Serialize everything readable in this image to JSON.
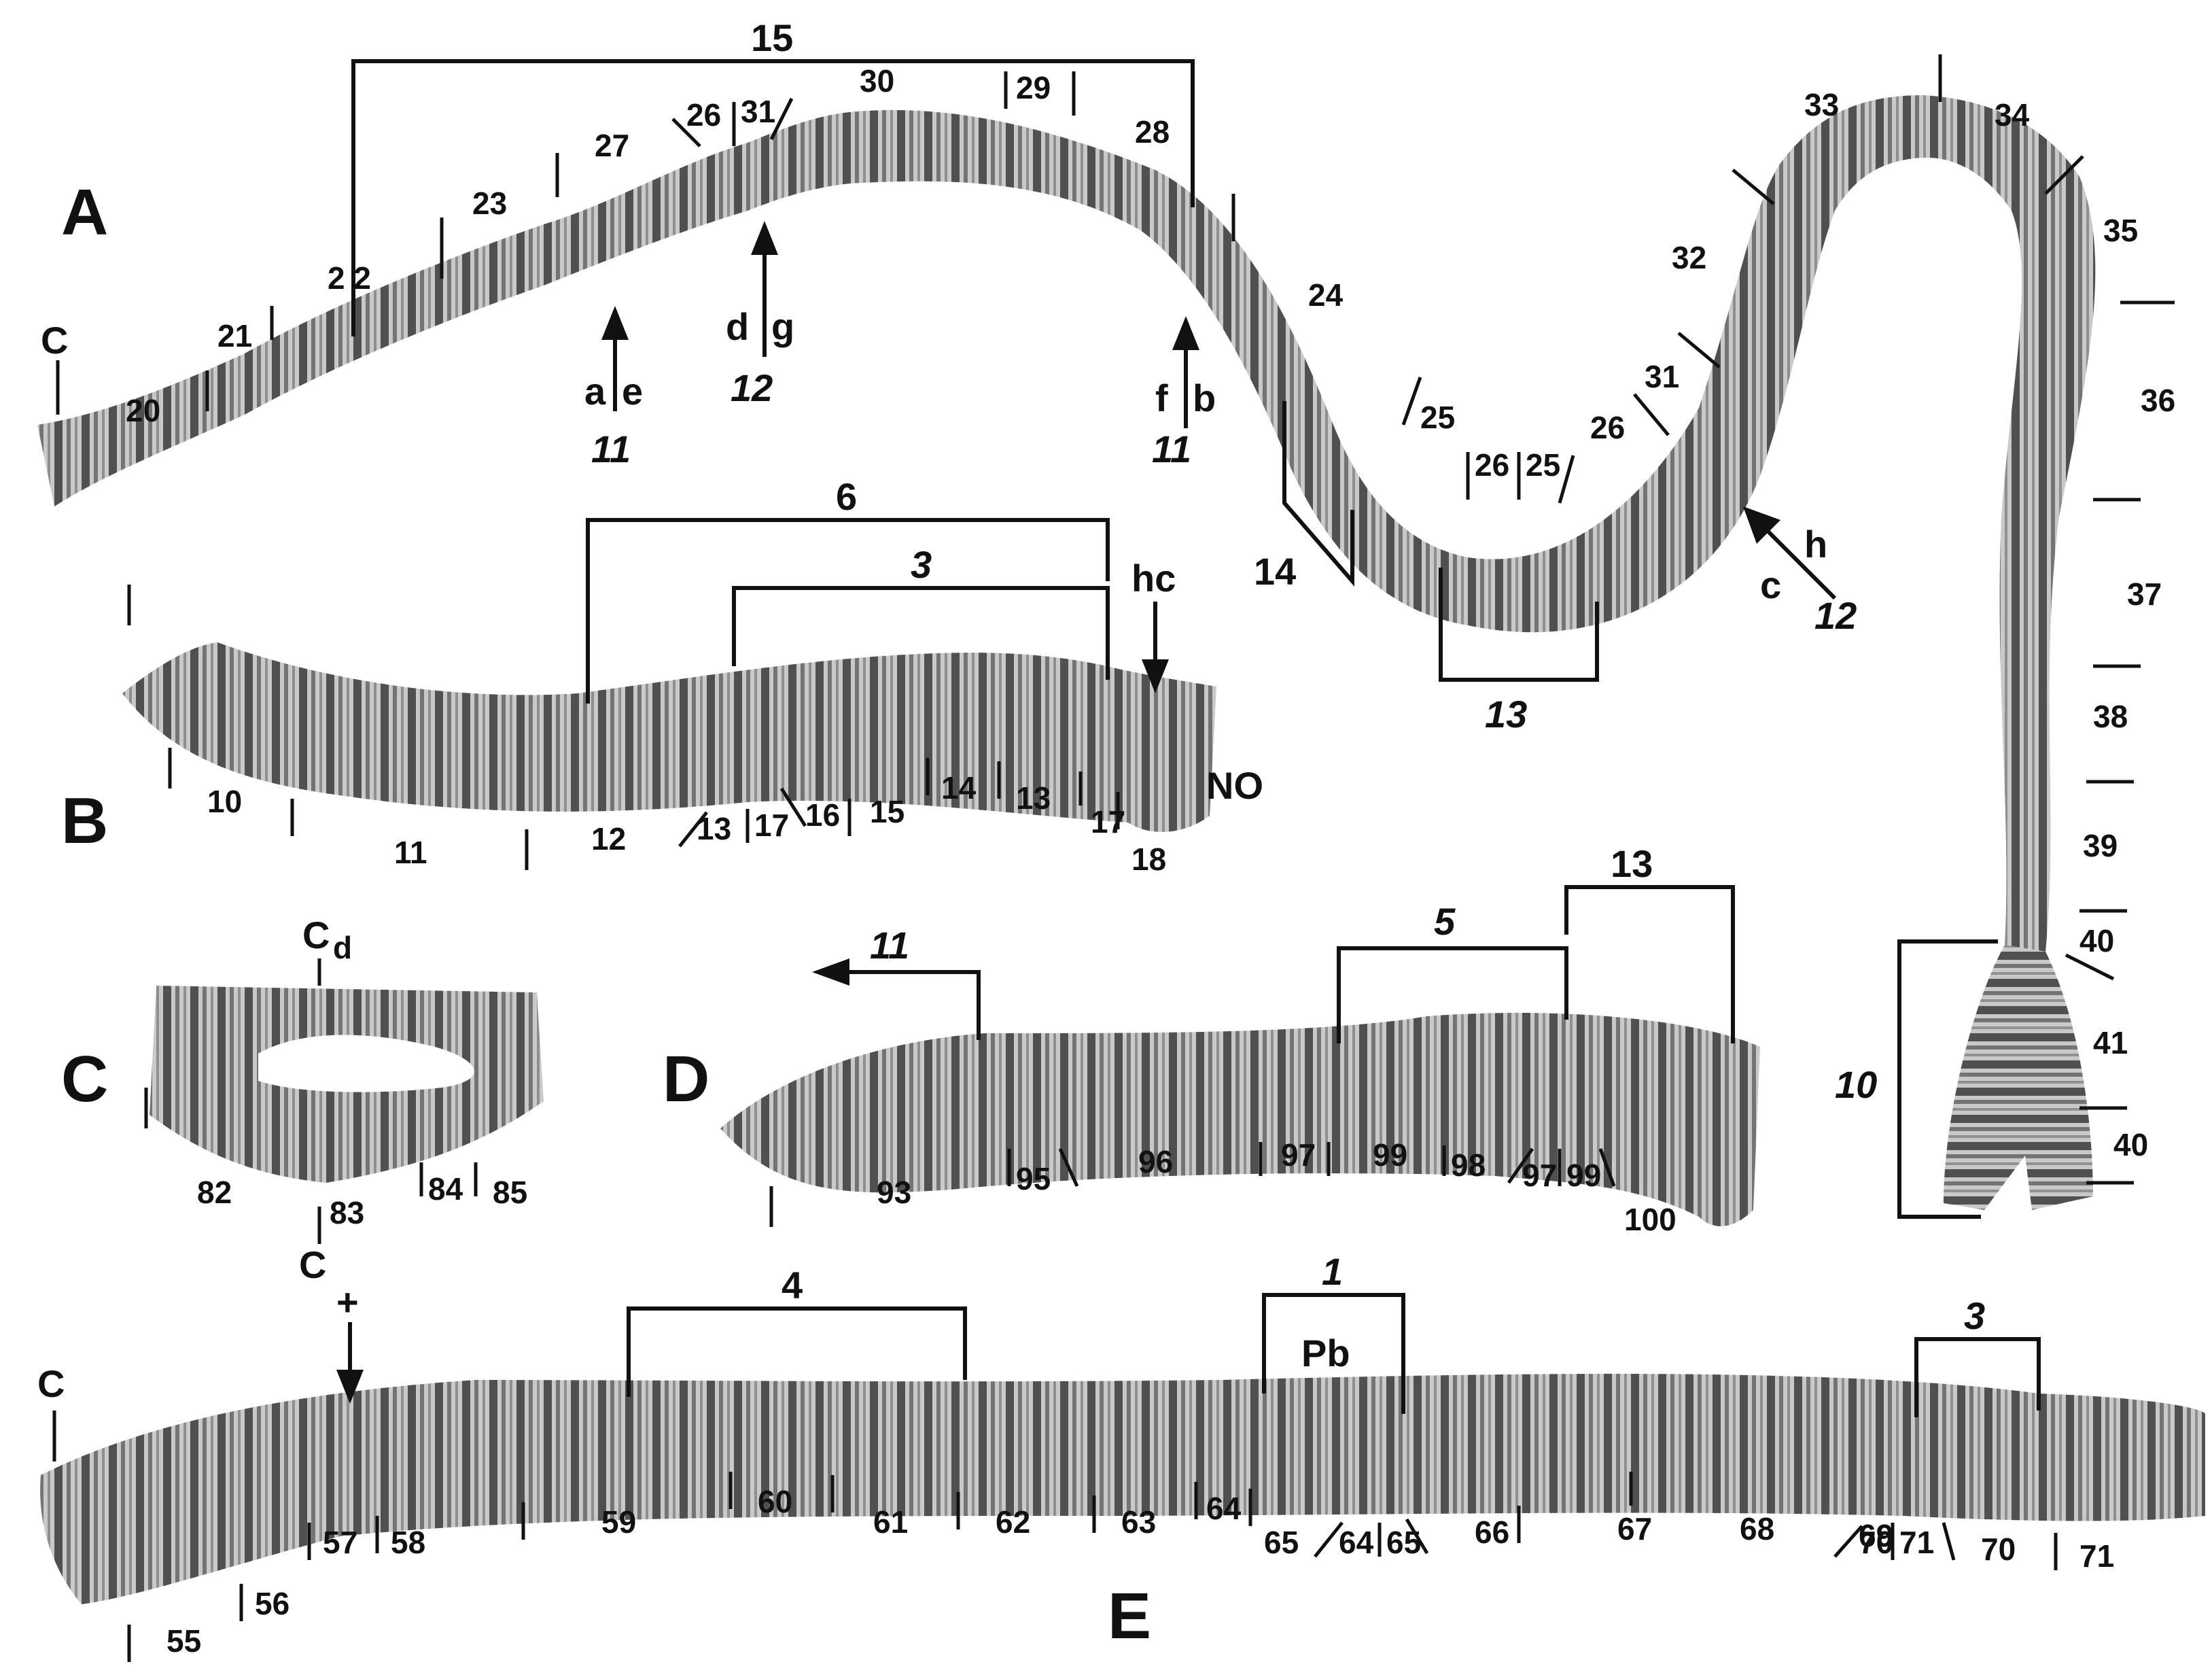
{
  "panels": {
    "A": "A",
    "B": "B",
    "C": "C",
    "D": "D",
    "E": "E"
  },
  "figure": {
    "A": {
      "centromere": "C",
      "bands": [
        "20",
        "21",
        "2 2",
        "23",
        "27",
        "26",
        "31",
        "30",
        "29",
        "28",
        "24",
        "25",
        "26",
        "25",
        "26",
        "31",
        "32",
        "33",
        "34",
        "35",
        "36",
        "37",
        "38",
        "39",
        "40",
        "41",
        "40"
      ],
      "brackets": [
        {
          "label": "15",
          "italic": false
        },
        {
          "label": "14",
          "italic": false
        },
        {
          "label": "13",
          "italic": true
        },
        {
          "label": "10",
          "italic": true
        }
      ],
      "arrows": [
        {
          "letters": [
            "a",
            "e"
          ],
          "num": "11"
        },
        {
          "letters": [
            "d",
            "g"
          ],
          "num": "12"
        },
        {
          "letters": [
            "f",
            "b"
          ],
          "num": "11"
        },
        {
          "letters": [
            "c",
            "h"
          ],
          "num": "12"
        }
      ]
    },
    "B": {
      "bands": [
        "10",
        "11",
        "12",
        "13",
        "17",
        "16",
        "15",
        "14",
        "13",
        "17",
        "18"
      ],
      "brackets": [
        {
          "label": "6",
          "italic": false
        },
        {
          "label": "3",
          "italic": true
        }
      ],
      "hc": "hc",
      "no": "NO"
    },
    "C": {
      "cd_main": "C",
      "cd_sub": "d",
      "bottom": "C",
      "bands": [
        "82",
        "83",
        "84",
        "85"
      ]
    },
    "D": {
      "bands": [
        "93",
        "95",
        "96",
        "97",
        "99",
        "98",
        "97",
        "99",
        "100"
      ],
      "brackets": [
        {
          "label": "5",
          "italic": true
        },
        {
          "label": "13",
          "italic": false
        }
      ],
      "arrow": "11"
    },
    "E": {
      "centromere": "C",
      "plus": "+",
      "pb": "Pb",
      "bands": [
        "55",
        "56",
        "57",
        "58",
        "59",
        "60",
        "61",
        "62",
        "63",
        "64",
        "65",
        "64",
        "65",
        "66",
        "67",
        "68",
        "69",
        "70",
        "71",
        "70",
        "71"
      ],
      "brackets": [
        {
          "label": "4",
          "italic": false
        },
        {
          "label": "1",
          "italic": true
        },
        {
          "label": "3",
          "italic": true
        }
      ]
    }
  },
  "colors": {
    "ink": "#111111",
    "background": "#ffffff"
  }
}
